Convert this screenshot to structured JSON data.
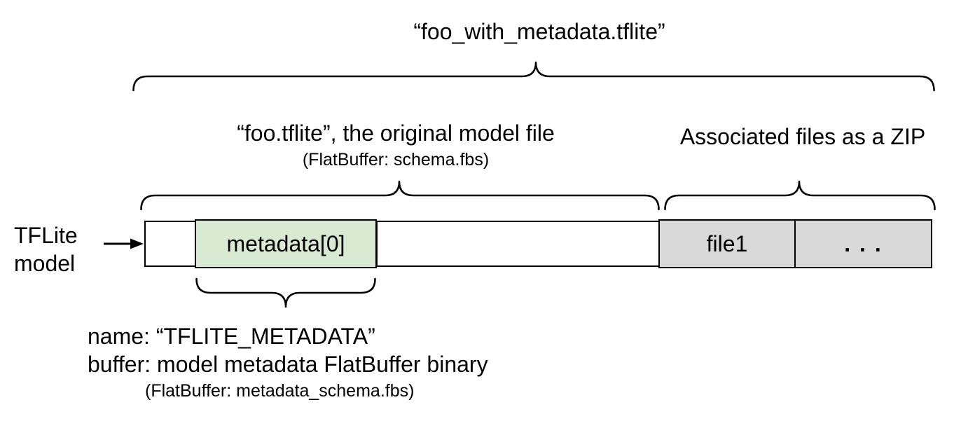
{
  "diagram": {
    "title": "“foo_with_metadata.tflite”",
    "model_file": {
      "label": "“foo.tflite”, the original model file",
      "sublabel": "(FlatBuffer: schema.fbs)"
    },
    "associated_files": {
      "label": "Associated files as a ZIP"
    },
    "bar_pointer": {
      "line1": "TFLite",
      "line2": "model"
    },
    "segments": [
      {
        "label": "",
        "type": "empty"
      },
      {
        "label": "metadata[0]",
        "type": "metadata"
      },
      {
        "label": "",
        "type": "empty"
      },
      {
        "label": "file1",
        "type": "file"
      },
      {
        "label": ". . .",
        "type": "file-ellipsis"
      }
    ],
    "metadata_note": {
      "line1": "name: “TFLITE_METADATA”",
      "line2": "buffer: model metadata FlatBuffer binary",
      "line3": "(FlatBuffer: metadata_schema.fbs)"
    },
    "colors": {
      "metadata_fill": "#d9ead3",
      "file_fill": "#d9d9d9",
      "stroke": "#000000",
      "background": "#ffffff"
    }
  }
}
